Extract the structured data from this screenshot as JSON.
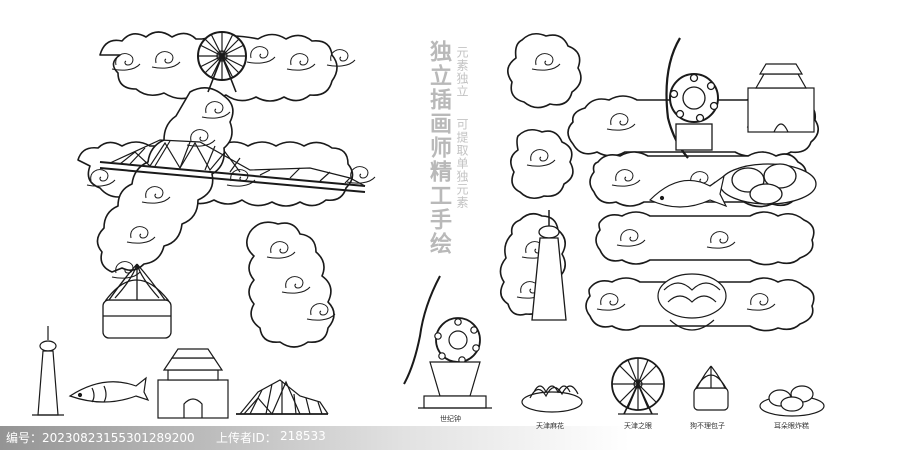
{
  "poster": {
    "title_main": "独立插画师精工手绘",
    "title_sub_a": "元素独立",
    "title_sub_b": "可提取单独元素"
  },
  "captions": {
    "clock": "世纪钟",
    "mahua": "天津麻花",
    "eye": "天津之眼",
    "baozi": "狗不理包子",
    "cake": "耳朵眼炸糕"
  },
  "footer": {
    "id_text": "编号：20230823155301289200",
    "uploader_label": "上传者ID：",
    "uploader_id": "218533"
  },
  "colors": {
    "ink": "#1a1a1a",
    "title_gray": "#b9b9b9"
  }
}
